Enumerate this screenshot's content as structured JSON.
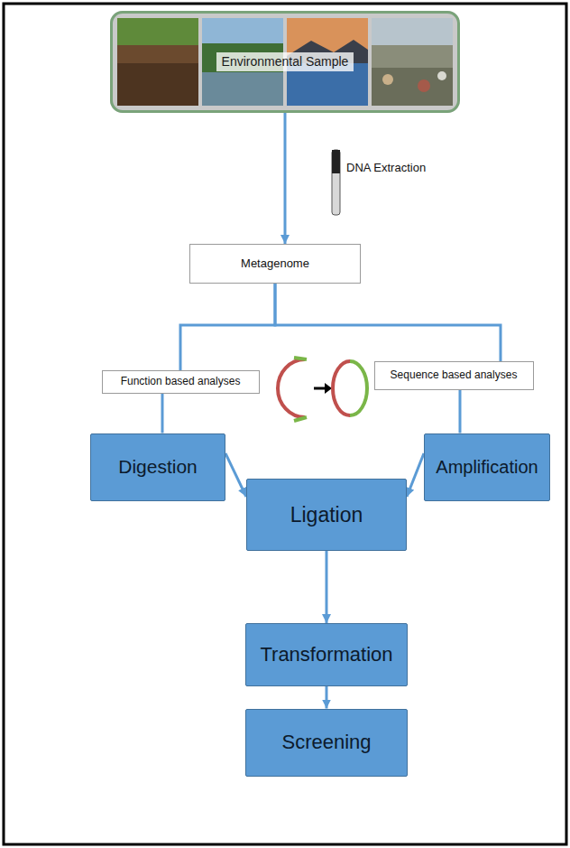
{
  "diagram": {
    "nodes": [
      {
        "text": [
          "Environmental Sample"
        ]
      },
      {
        "text": [
          "Metagenome"
        ]
      },
      {
        "text": [
          "Function based analyses"
        ]
      },
      {
        "text": [
          "Sequence based analyses"
        ]
      },
      {
        "text": [
          "Digestion"
        ]
      },
      {
        "text": [
          "Amplification"
        ]
      },
      {
        "text": [
          "Ligation"
        ]
      },
      {
        "text": [
          "Transformation"
        ]
      },
      {
        "text": [
          "Screening"
        ]
      }
    ],
    "edges": [
      {
        "from": 0,
        "to": 1,
        "arrow": "to",
        "label": "DNA Extraction"
      },
      {
        "from": 1,
        "to": 2,
        "arrow": "none"
      },
      {
        "from": 1,
        "to": 3,
        "arrow": "none"
      },
      {
        "from": 2,
        "to": 4,
        "arrow": "none"
      },
      {
        "from": 3,
        "to": 5,
        "arrow": "none"
      },
      {
        "from": 4,
        "to": 6,
        "arrow": "to"
      },
      {
        "from": 5,
        "to": 6,
        "arrow": "to"
      },
      {
        "from": 6,
        "to": 7,
        "arrow": "to"
      },
      {
        "from": 7,
        "to": 8,
        "arrow": "to"
      }
    ]
  }
}
